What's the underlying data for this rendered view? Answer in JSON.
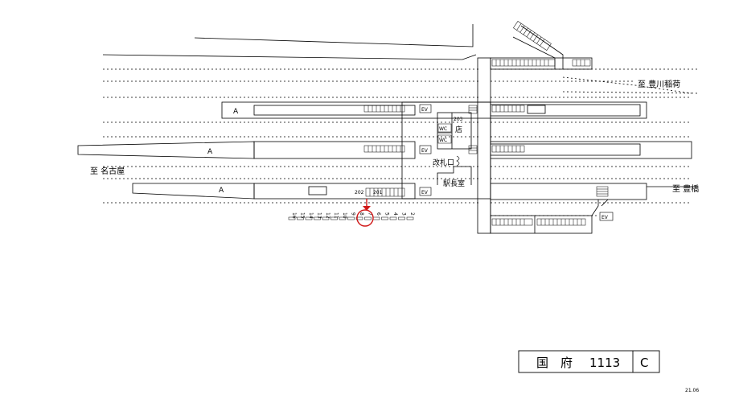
{
  "destinations": {
    "toyokawa_inari": "至 豊川稲荷",
    "nagoya": "至 名古屋",
    "toyohashi": "至 豊橋"
  },
  "facilities": {
    "ticket_gate": "改札口",
    "station_master": "駅長室",
    "shop": "店",
    "wc_1": "WC",
    "wc_2": "WC",
    "ev": "EV",
    "platform_mark": "A"
  },
  "car_labels": {
    "label_201": "201",
    "label_202": "202",
    "label_203": "203"
  },
  "stop_markers": [
    "16",
    "15",
    "14",
    "13",
    "12",
    "11",
    "10",
    "9",
    "8",
    "7",
    "6",
    "5",
    "4",
    "3",
    "2"
  ],
  "title_box": {
    "station_name": "国　府",
    "code": "1113",
    "letter": "C"
  },
  "revision": "21.06",
  "colors": {
    "line": "#000000",
    "highlight": "#d01818"
  },
  "highlight_marker": "9"
}
